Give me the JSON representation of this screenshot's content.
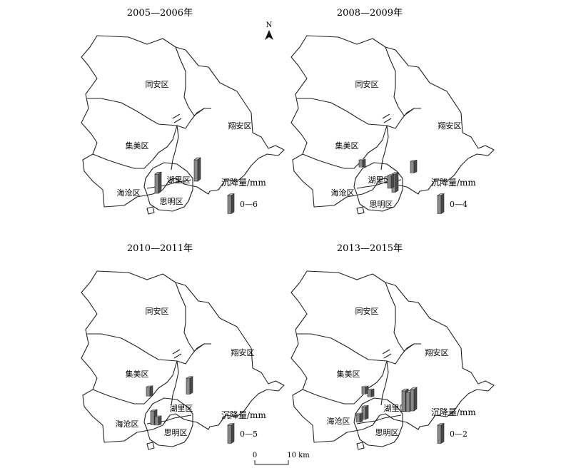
{
  "north_label": "N",
  "colors": {
    "bar_front": "#8a8a8a",
    "bar_side": "#4a4a4a",
    "outline": "#222222"
  },
  "district_names": {
    "tongan": "同安区",
    "xiangan": "翔安区",
    "jimei": "集美区",
    "huli": "湖里区",
    "haicang": "海沧区",
    "siming": "思明区"
  },
  "legend_title": "沉降量/mm",
  "scale_bar": {
    "start_label": "0",
    "end_label": "10 km"
  },
  "panels": [
    {
      "title": "2005—2006年",
      "legend_range": "0—6",
      "bars": [
        {
          "site": "haicang-east",
          "relative_height": 0.9
        },
        {
          "site": "huli-north",
          "relative_height": 1.0
        }
      ]
    },
    {
      "title": "2008—2009年",
      "legend_range": "0—4",
      "bars": [
        {
          "site": "jimei-center",
          "relative_height": 0.35
        },
        {
          "site": "haicang-east",
          "relative_height": 0.85
        },
        {
          "site": "huli-west",
          "relative_height": 0.6
        },
        {
          "site": "huli-north",
          "relative_height": 0.55
        }
      ]
    },
    {
      "title": "2010—2011年",
      "legend_range": "0—5",
      "bars": [
        {
          "site": "jimei-center",
          "relative_height": 0.45
        },
        {
          "site": "huli-north",
          "relative_height": 0.75
        },
        {
          "site": "haicang-east",
          "relative_height": 0.65
        },
        {
          "site": "haicang-east-2",
          "relative_height": 0.4
        }
      ]
    },
    {
      "title": "2013—2015年",
      "legend_range": "0—2",
      "bars": [
        {
          "site": "jimei-center",
          "relative_height": 0.35
        },
        {
          "site": "jimei-south",
          "relative_height": 0.35
        },
        {
          "site": "haicang-center",
          "relative_height": 0.6
        },
        {
          "site": "haicang-west",
          "relative_height": 0.4
        },
        {
          "site": "huli-west",
          "relative_height": 0.95
        },
        {
          "site": "huli-west-2",
          "relative_height": 0.9
        },
        {
          "site": "huli-north",
          "relative_height": 1.0
        }
      ]
    }
  ]
}
